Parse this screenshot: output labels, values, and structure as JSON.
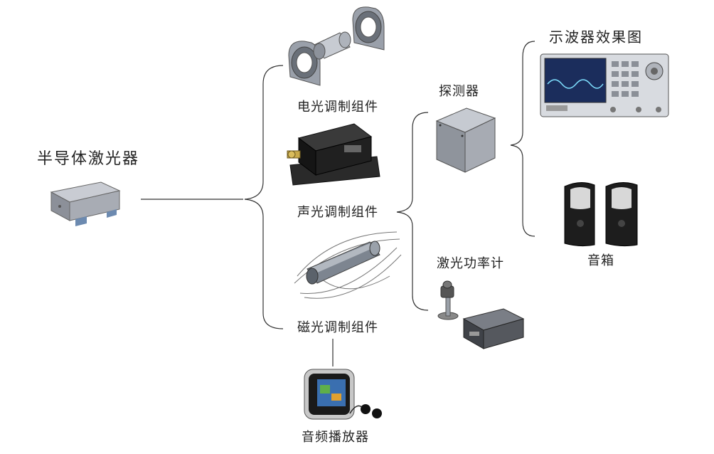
{
  "diagram": {
    "source": {
      "label": "半导体激光器"
    },
    "modulators": [
      {
        "id": "electro-optic",
        "label": "电光调制组件"
      },
      {
        "id": "acousto-optic",
        "label": "声光调制组件"
      },
      {
        "id": "magneto-optic",
        "label": "磁光调制组件"
      }
    ],
    "input_device": {
      "label": "音频播放器"
    },
    "receivers": [
      {
        "id": "detector",
        "label": "探测器"
      },
      {
        "id": "power-meter",
        "label": "激光功率计"
      }
    ],
    "outputs": [
      {
        "id": "oscilloscope",
        "label": "示波器效果图"
      },
      {
        "id": "speakers",
        "label": "音箱"
      }
    ]
  }
}
